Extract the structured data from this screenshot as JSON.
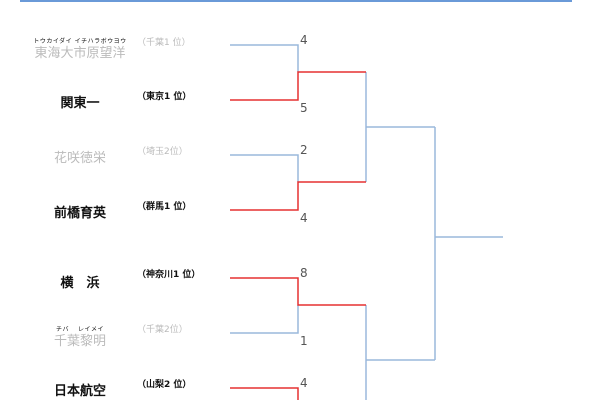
{
  "teams": [
    {
      "ruby": "トウカイダイ イチハラボウヨウ",
      "name": "東海大市原望洋",
      "pref": "（千葉1 位）",
      "score": "4",
      "won": false
    },
    {
      "name": "関東一",
      "pref": "（東京1 位）",
      "score": "5",
      "won": true
    },
    {
      "name": "花咲徳栄",
      "pref": "（埼玉2位）",
      "score": "2",
      "won": false
    },
    {
      "name": "前橋育英",
      "pref": "（群馬1 位）",
      "score": "4",
      "won": true
    },
    {
      "name": "横　浜",
      "pref": "（神奈川1 位）",
      "score": "8",
      "won": true
    },
    {
      "ruby": "チバ　 レイメイ",
      "name": "千葉黎明",
      "pref": "（千葉2位）",
      "score": "1",
      "won": false
    },
    {
      "name": "日本航空",
      "pref": "（山梨2 位）",
      "score": "4",
      "won": true
    }
  ],
  "colors": {
    "winner_line": "#e53030",
    "bracket_line": "#9ab8dc",
    "header_bar": "#6a9ad8"
  }
}
